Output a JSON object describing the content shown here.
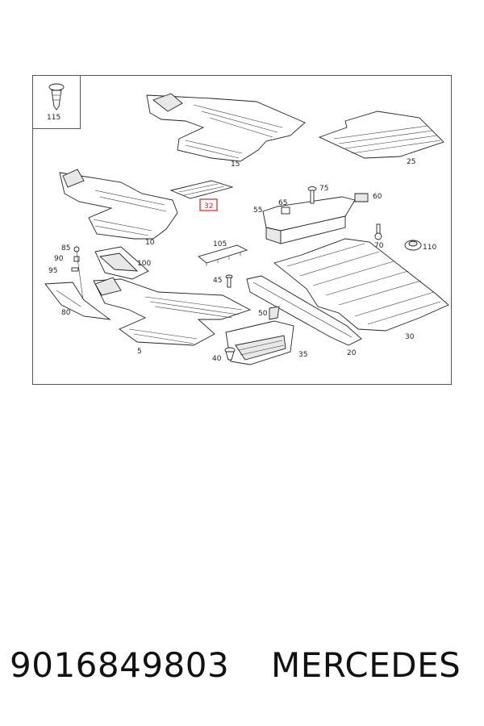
{
  "diagram": {
    "callouts": {
      "c115": "115",
      "c15": "15",
      "c25": "25",
      "c10": "10",
      "c32": "32",
      "c75": "75",
      "c65": "65",
      "c60": "60",
      "c55": "55",
      "c70": "70",
      "c110": "110",
      "c85": "85",
      "c90": "90",
      "c95": "95",
      "c100": "100",
      "c105": "105",
      "c45": "45",
      "c80": "80",
      "c5": "5",
      "c50": "50",
      "c40": "40",
      "c35": "35",
      "c20": "20",
      "c30": "30"
    },
    "highlight_color": "#d22222"
  },
  "caption": {
    "part_number": "9016849803",
    "brand": "MERCEDES"
  }
}
